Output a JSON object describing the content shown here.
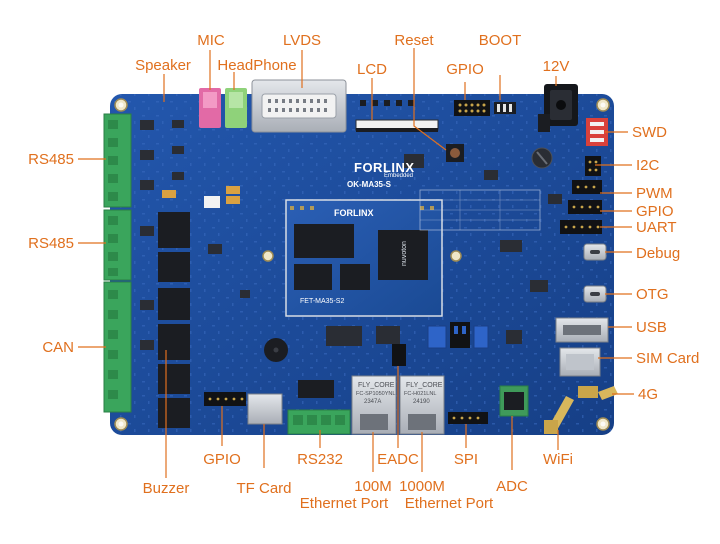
{
  "board": {
    "brand": "FORLINX",
    "brand_sub": "Embedded",
    "model": "OK-MA35-S",
    "som_model": "FET-MA35-S2",
    "som_chip": "nuvoton",
    "eth_100m_chip": "FLY_CORE",
    "eth_100m_part": "FC-SP1050YNL",
    "eth_100m_code": "2347A",
    "eth_1000m_chip": "FLY_CORE",
    "eth_1000m_part": "FC-H021LNL",
    "eth_1000m_code": "24190"
  },
  "labels": {
    "mic": "MIC",
    "lvds": "LVDS",
    "reset": "Reset",
    "boot": "BOOT",
    "speaker": "Speaker",
    "headphone": "HeadPhone",
    "lcd": "LCD",
    "gpio_top": "GPIO",
    "v12": "12V",
    "swd": "SWD",
    "rs485_1": "RS485",
    "rs485_2": "RS485",
    "can": "CAN",
    "i2c": "I2C",
    "pwm": "PWM",
    "gpio_right": "GPIO",
    "uart": "UART",
    "debug": "Debug",
    "otg": "OTG",
    "usb": "USB",
    "sim_card": "SIM Card",
    "g4": "4G",
    "wifi": "WiFi",
    "buzzer": "Buzzer",
    "gpio_bottom": "GPIO",
    "tf_card": "TF Card",
    "rs232": "RS232",
    "eth_100m_line1": "100M",
    "eth_100m_line2": "Ethernet Port",
    "eadc": "EADC",
    "eth_1000m_line1": "1000M",
    "eth_1000m_line2": "Ethernet Port",
    "spi": "SPI",
    "adc": "ADC"
  },
  "colors": {
    "label": "#e0701e",
    "board": "#1d4fa0",
    "board_dark": "#163d80",
    "terminal_green": "#3aa55c",
    "connector_silver": "#c8ccd2",
    "chip_black": "#1b1d22",
    "header_black": "#111214",
    "gold": "#c9a54a"
  }
}
